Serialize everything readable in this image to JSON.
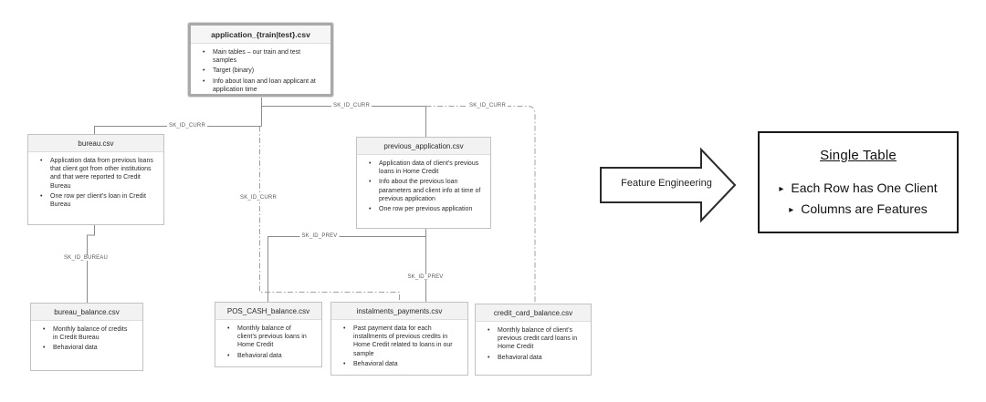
{
  "colors": {
    "box_border": "#c2c2c2",
    "box_header_bg": "#f2f2f2",
    "app_box_border": "#a9a9a9",
    "connector_line": "#8c8c8c",
    "connector_label_text": "#5a5a5a",
    "result_box_border": "#1a1a1a"
  },
  "tables": [
    {
      "title": "application_{train|test}.csv",
      "bullets": [
        "Main tables – our train and test samples",
        "Target (binary)",
        "Info about loan and loan applicant at application time"
      ]
    },
    {
      "title": "bureau.csv",
      "bullets": [
        "Application data from previous loans that client got from other institutions and that were reported to Credit Bureau",
        "One row per client’s loan in Credit Bureau"
      ]
    },
    {
      "title": "previous_application.csv",
      "bullets": [
        "Application data of client’s previous loans in Home Credit",
        "Info about the previous loan parameters and client info at time of previous application",
        "One row per previous application"
      ]
    },
    {
      "title": "bureau_balance.csv",
      "bullets": [
        "Monthly balance of credits in Credit Bureau",
        "Behavioral data"
      ]
    },
    {
      "title": "POS_CASH_balance.csv",
      "bullets": [
        "Monthly balance of client’s previous loans in Home Credit",
        "Behavioral data"
      ]
    },
    {
      "title": "instalments_payments.csv",
      "bullets": [
        "Past payment data for each installments of previous credits in Home Credit related to loans in our sample",
        "Behavioral data"
      ]
    },
    {
      "title": "credit_card_balance.csv",
      "bullets": [
        "Monthly balance of client’s previous credit card loans in Home Credit",
        "Behavioral data"
      ]
    }
  ],
  "edges": {
    "app_bureau": "SK_ID_CURR",
    "app_prev": "SK_ID_CURR",
    "app_credit_card": "SK_ID_CURR",
    "app_bottom": "SK_ID_CURR",
    "prev_pos": "SK_ID_PREV",
    "prev_inst": "SK_ID_PREV",
    "bureau_balance": "SK_ID_BUREAU"
  },
  "arrow": {
    "label": "Feature Engineering"
  },
  "result": {
    "title": "Single Table",
    "bullet_marker": "▸",
    "bullets": [
      "Each Row has One Client",
      "Columns are Features"
    ]
  }
}
